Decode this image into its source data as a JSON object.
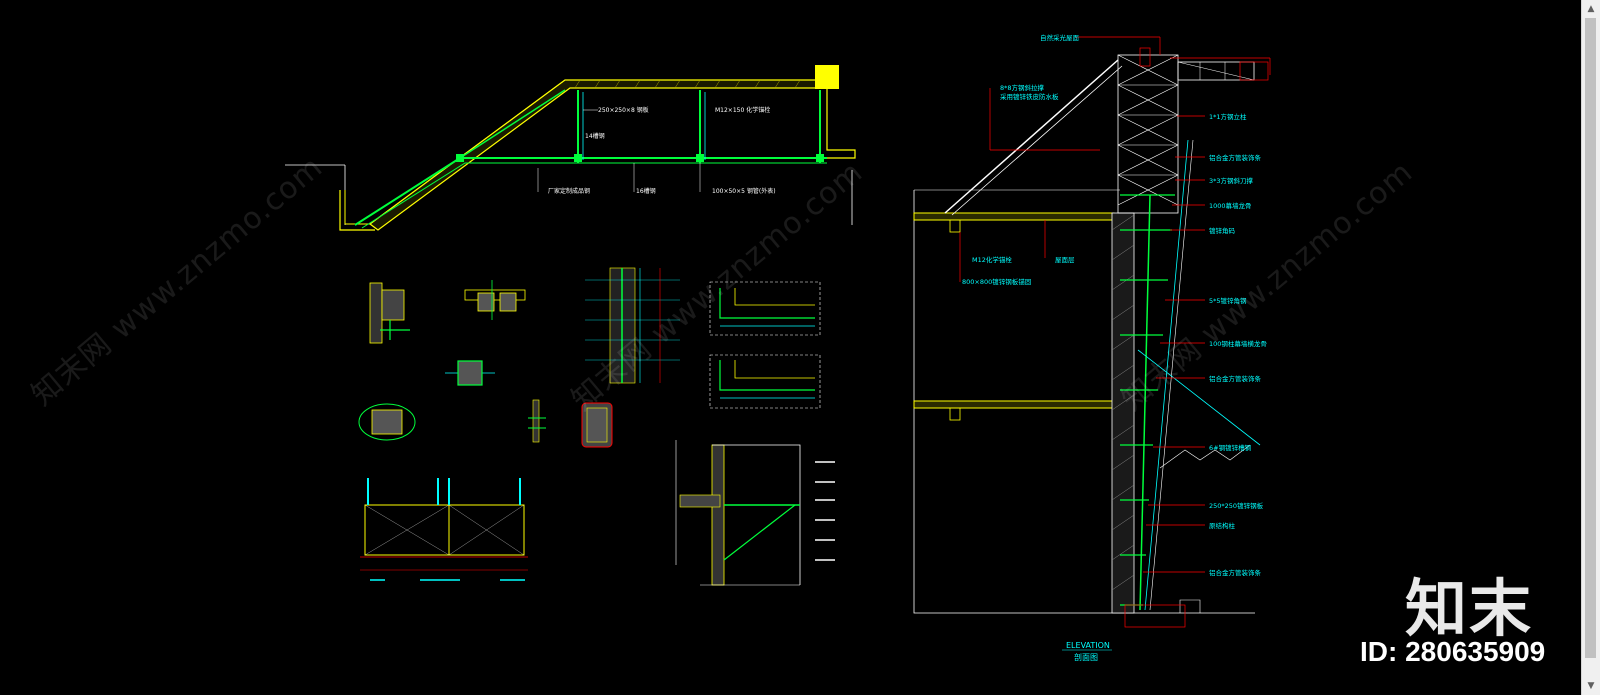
{
  "viewer": {
    "background": "#000000",
    "brand_mark": "知末",
    "image_id": "ID: 280635909",
    "watermark": "知末网 www.znzmo.com"
  },
  "drawing": {
    "colors": {
      "green": "#00ff3c",
      "yellow": "#ffff00",
      "red": "#ff0000",
      "cyan": "#00ffff",
      "white": "#ffffff",
      "magenta": "#ff00ff",
      "blue": "#4040ff"
    },
    "stair_section": {
      "top_labels": [
        "250×250×8 钢板",
        "M12×150 化学锚栓"
      ],
      "bottom_labels": [
        "厂家定制成品钢",
        "16槽钢",
        "100×50×5 钢管(外表)"
      ],
      "mid_label": "14槽钢"
    },
    "elevation_section": {
      "title": "ELEVATION",
      "subtitle": "剖面图",
      "callouts_right": [
        "1*1方钢立柱",
        "铝合金方管装饰条",
        "3*3方钢斜刀撑",
        "1000幕墙龙骨",
        "镀锌角码",
        "5*5镀锌角钢",
        "100钢柱幕墙横龙骨",
        "铝合金方管装饰条",
        "6#钢镀锌槽钢",
        "250*250镀锌钢板",
        "原结构柱",
        "铝合金方管装饰条"
      ],
      "callouts_left": [
        "8*8方钢斜拉撑",
        "采用镀锌铁皮防水板",
        "M12化学锚栓",
        "800×800镀锌钢板锚固",
        "屋面层"
      ],
      "callout_top": "自然采光屋面"
    }
  }
}
